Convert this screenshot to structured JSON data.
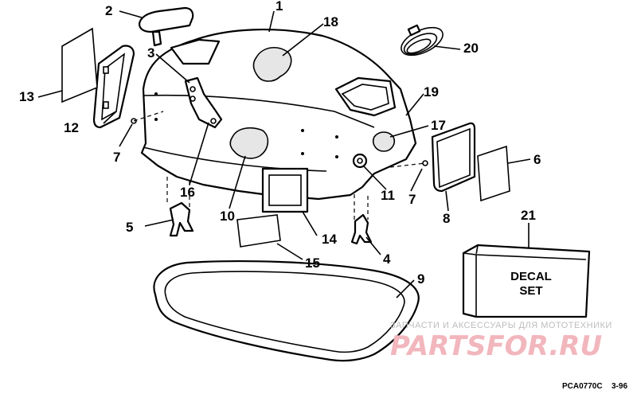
{
  "callouts": {
    "c1": "1",
    "c2": "2",
    "c3": "3",
    "c4": "4",
    "c5": "5",
    "c6": "6",
    "c7a": "7",
    "c7b": "7",
    "c8": "8",
    "c9": "9",
    "c10": "10",
    "c11": "11",
    "c12": "12",
    "c13": "13",
    "c14": "14",
    "c15": "15",
    "c16": "16",
    "c17": "17",
    "c18": "18",
    "c19": "19",
    "c20": "20",
    "c21": "21"
  },
  "decal_set": {
    "line1": "DECAL",
    "line2": "SET"
  },
  "watermark": {
    "top_text": "ЗАПЧАСТИ И АКСЕССУАРЫ ДЛЯ МОТОТЕХНИКИ",
    "logo_text": "PARTSFOR.RU"
  },
  "footer": {
    "code": "PCA0770C",
    "page": "3-96"
  }
}
